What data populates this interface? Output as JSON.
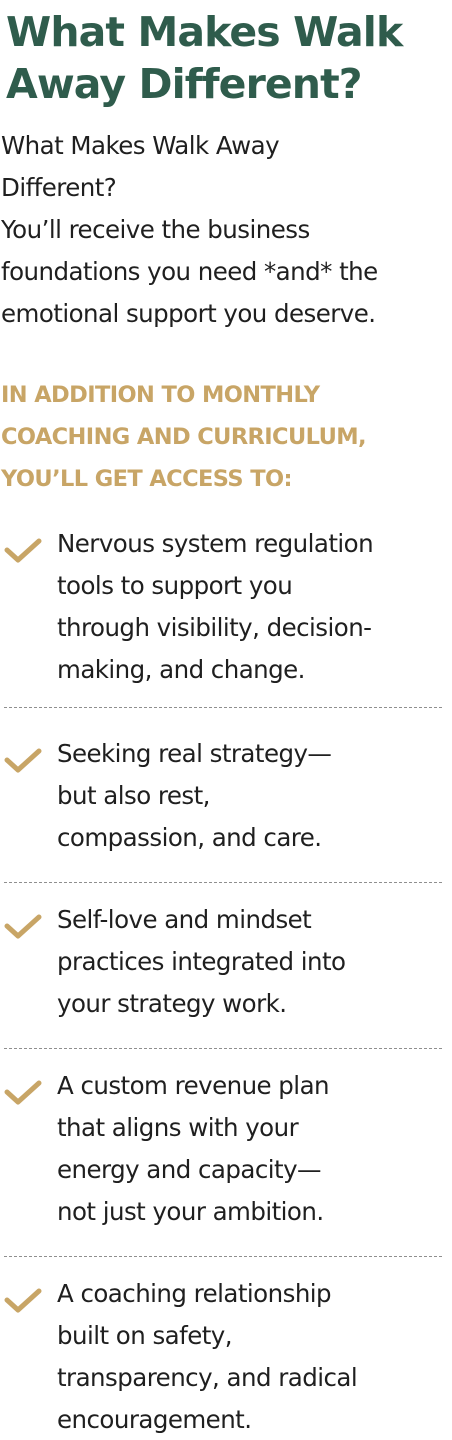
{
  "colors": {
    "title": "#2f5c4c",
    "accent": "#c8a566",
    "text": "#1f1f1f",
    "divider": "#8f8f8f"
  },
  "title_lines": [
    "What Makes Walk",
    "Away Different?"
  ],
  "intro_lines": [
    "What Makes Walk Away",
    "Different?",
    "You’ll receive the business",
    "foundations you need *and* the",
    "emotional support you deserve."
  ],
  "subhead_lines": [
    "IN ADDITION TO MONTHLY",
    "COACHING AND CURRICULUM,",
    "YOU’LL GET ACCESS TO:"
  ],
  "benefits": [
    {
      "icon": "checkmark-icon",
      "lines": [
        "Nervous system regulation",
        "tools to support you",
        "through visibility, decision-",
        "making, and change."
      ]
    },
    {
      "icon": "checkmark-icon",
      "lines": [
        "Seeking real strategy—",
        "but also rest,",
        "compassion, and care."
      ]
    },
    {
      "icon": "checkmark-icon",
      "lines": [
        "Self-love and mindset",
        "practices integrated into",
        "your strategy work."
      ]
    },
    {
      "icon": "checkmark-icon",
      "lines": [
        "A custom revenue plan",
        "that aligns with your",
        "energy and capacity—",
        "not just your ambition."
      ]
    },
    {
      "icon": "checkmark-icon",
      "lines": [
        "A coaching relationship",
        "built on safety,",
        "transparency, and radical",
        "encouragement."
      ]
    }
  ]
}
